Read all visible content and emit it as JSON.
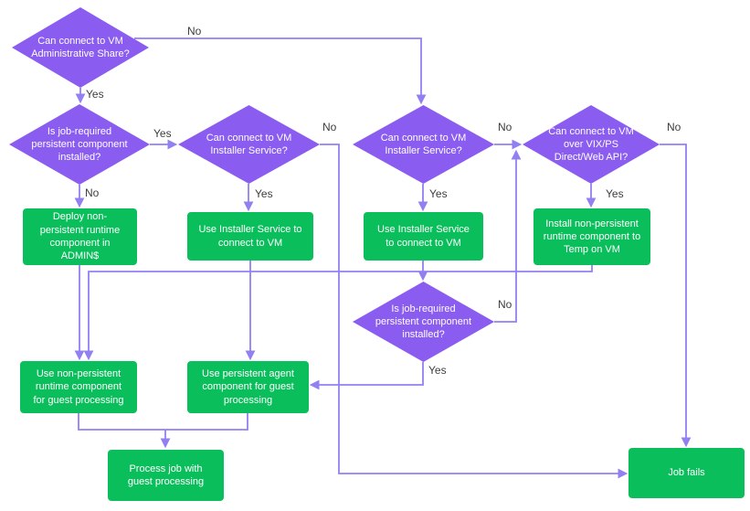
{
  "colors": {
    "background": "#ffffff",
    "diamond-fill": "#8a5cf0",
    "box-fill": "#0abf5b",
    "edge-color": "#9180f2",
    "label-color": "#3d3d3d",
    "node-text": "#ffffff"
  },
  "nodes": {
    "admin_share": {
      "label": "Can connect to VM Administrative Share?"
    },
    "persistent_installed_1": {
      "label": "Is job-required persistent component installed?"
    },
    "installer_service_1": {
      "label": "Can connect to VM Installer Service?"
    },
    "installer_service_2": {
      "label": "Can connect to VM Installer Service?"
    },
    "vix_api": {
      "label": "Can connect to VM over VIX/PS Direct/Web API?"
    },
    "persistent_installed_2": {
      "label": "Is job-required persistent component installed?"
    },
    "deploy_admins": {
      "label": "Deploy non-persistent runtime component in ADMIN$"
    },
    "use_installer_1": {
      "label": "Use Installer Service to connect to VM"
    },
    "use_installer_2": {
      "label": "Use Installer Service to connect to VM"
    },
    "install_temp": {
      "label": "Install non-persistent runtime component to Temp on VM"
    },
    "use_nonpersistent": {
      "label": "Use non-persistent runtime component for guest processing"
    },
    "use_persistent": {
      "label": "Use persistent agent component for guest processing"
    },
    "process_job": {
      "label": "Process job with guest processing"
    },
    "job_fails": {
      "label": "Job fails"
    }
  },
  "edge_labels": {
    "admin_no": "No",
    "admin_yes": "Yes",
    "persistent1_yes": "Yes",
    "persistent1_no": "No",
    "installer1_yes": "Yes",
    "installer1_no": "No",
    "installer2_yes": "Yes",
    "installer2_no": "No",
    "vix_yes": "Yes",
    "vix_no": "No",
    "persistent2_no": "No",
    "persistent2_yes": "Yes"
  }
}
